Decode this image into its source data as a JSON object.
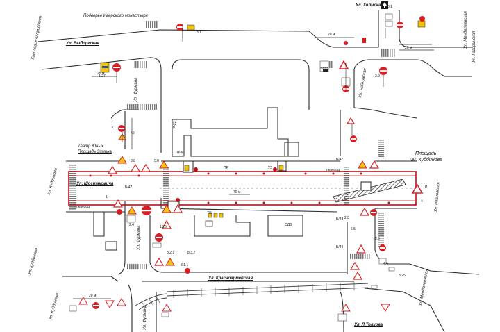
{
  "streets": {
    "vyborgskaya": "Ул. Выборгская",
    "kholmskaya": "Ул. Холмская",
    "shostakovicha": "Ул. Шостаковича",
    "furmanova_upper": "Ул. Фурмана",
    "furmanova_lower": "Ул. Фурмана",
    "chaikovskaya": "Ул. Чайковская",
    "krasnoarmeiskaya": "Ул. Красноармейская",
    "tolkova": "Ул. Л.Толкова",
    "gagarinskaya_top": "Ул. Гагаринская",
    "mendeleevskaya": "Ул. Менделеевская",
    "ivanovskaya_right": "Ул. Ивановская",
    "kudbinova_left": "Ул. Кудбинова",
    "kudbinova_bottom_left": "Ул. Кудбинова",
    "kudbinova_left_lower": "Ул. Кудбинова",
    "gogolevskiy": "Гоголевский проспект"
  },
  "places": {
    "monastery": "Подворье Иверского монастыря",
    "theatre_line1": "Театр Юных",
    "theatre_line2": "Площадь Зимина",
    "square_line1": "Площадь",
    "square_line2": "им. Кудбинова"
  },
  "dimensions": {
    "top_right_a": "20 м",
    "top_right_b": "20 м",
    "top_left_below": "25 м",
    "bottom_left": "20 м",
    "furmanova": "40",
    "center_span": "70 м",
    "center_span2": "25"
  },
  "marks": {
    "sign_30": "3.1",
    "sign_31": "3.1",
    "sign_29": "2.9",
    "sign_38": "3.8",
    "sign_127": "1.27",
    "sign_50": "5.0",
    "sign_325": "3.25",
    "sign_4": "4.1",
    "sign_65": "6.5",
    "sign_8": "8.1.1",
    "sign_s3": "3.1",
    "sign_p": "P",
    "sign_24": "2.4",
    "sign_25": "2.5",
    "cur_a": "1.25",
    "cur_b": "2.5",
    "tbl1": "8.3.2",
    "tbl2": "8.2.1",
    "row_a": "Б/47",
    "row_b": "Б/47",
    "row_c": "Б/48",
    "row_d": "Б/49",
    "ped": "переход",
    "zone": "7/5",
    "gen": "ОДЗ",
    "coord1": "Р-23",
    "coord2": "16 м",
    "num_left": "1",
    "num_right": "4",
    "b_left": "ПР",
    "b_right": "УЗ"
  },
  "colors": {
    "line": "#2a2a2a",
    "road": "#7a7a7a",
    "works": "#b2131a",
    "sign_red": "#d81e24",
    "sign_yellow": "#f1c40f",
    "sign_blue": "#1f4fa8",
    "rail": "#3a3a3a"
  }
}
